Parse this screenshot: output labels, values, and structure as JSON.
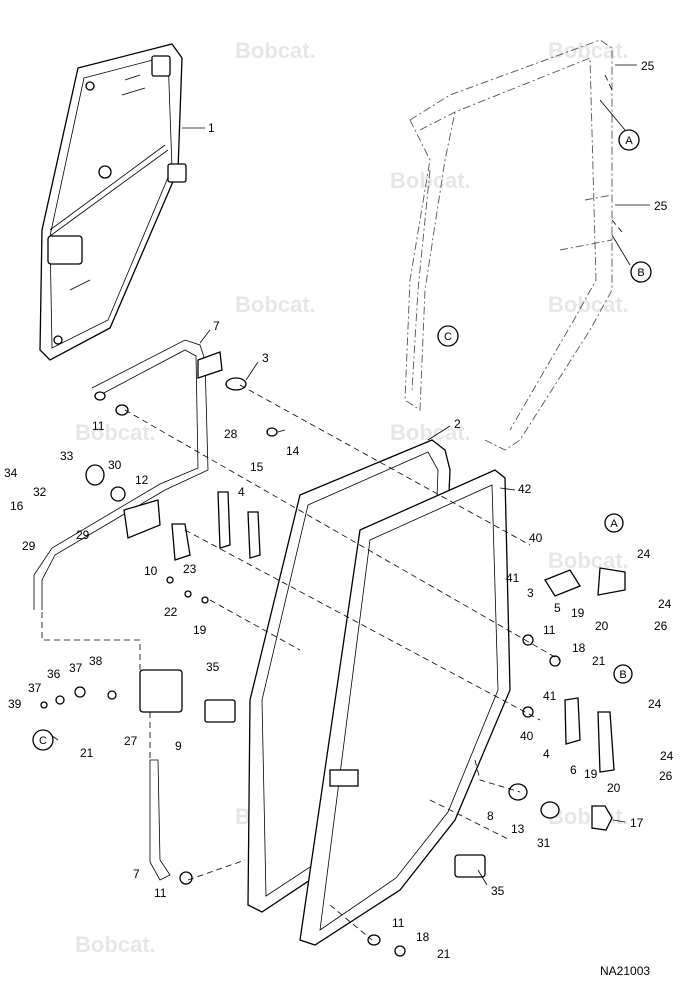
{
  "diagram": {
    "drawing_code": "NA21003",
    "watermark_text": "Bobcat.",
    "callouts": [
      {
        "id": "c1",
        "text": "1"
      },
      {
        "id": "c2",
        "text": "2"
      },
      {
        "id": "c3a",
        "text": "3"
      },
      {
        "id": "c3b",
        "text": "3"
      },
      {
        "id": "c4a",
        "text": "4"
      },
      {
        "id": "c4b",
        "text": "4"
      },
      {
        "id": "c5",
        "text": "5"
      },
      {
        "id": "c6",
        "text": "6"
      },
      {
        "id": "c7a",
        "text": "7"
      },
      {
        "id": "c7b",
        "text": "7"
      },
      {
        "id": "c8",
        "text": "8"
      },
      {
        "id": "c9",
        "text": "9"
      },
      {
        "id": "c10",
        "text": "10"
      },
      {
        "id": "c11a",
        "text": "11"
      },
      {
        "id": "c11b",
        "text": "11"
      },
      {
        "id": "c11c",
        "text": "11"
      },
      {
        "id": "c11d",
        "text": "11"
      },
      {
        "id": "c12",
        "text": "12"
      },
      {
        "id": "c13",
        "text": "13"
      },
      {
        "id": "c14",
        "text": "14"
      },
      {
        "id": "c15",
        "text": "15"
      },
      {
        "id": "c16",
        "text": "16"
      },
      {
        "id": "c17",
        "text": "17"
      },
      {
        "id": "c18a",
        "text": "18"
      },
      {
        "id": "c18b",
        "text": "18"
      },
      {
        "id": "c19a",
        "text": "19"
      },
      {
        "id": "c19b",
        "text": "19"
      },
      {
        "id": "c19c",
        "text": "19"
      },
      {
        "id": "c20a",
        "text": "20"
      },
      {
        "id": "c20b",
        "text": "20"
      },
      {
        "id": "c21a",
        "text": "21"
      },
      {
        "id": "c21b",
        "text": "21"
      },
      {
        "id": "c21c",
        "text": "21"
      },
      {
        "id": "c22",
        "text": "22"
      },
      {
        "id": "c23",
        "text": "23"
      },
      {
        "id": "c24a",
        "text": "24"
      },
      {
        "id": "c24b",
        "text": "24"
      },
      {
        "id": "c24c",
        "text": "24"
      },
      {
        "id": "c24d",
        "text": "24"
      },
      {
        "id": "c25a",
        "text": "25"
      },
      {
        "id": "c25b",
        "text": "25"
      },
      {
        "id": "c26a",
        "text": "26"
      },
      {
        "id": "c26b",
        "text": "26"
      },
      {
        "id": "c27",
        "text": "27"
      },
      {
        "id": "c28",
        "text": "28"
      },
      {
        "id": "c29a",
        "text": "29"
      },
      {
        "id": "c29b",
        "text": "29"
      },
      {
        "id": "c30",
        "text": "30"
      },
      {
        "id": "c31",
        "text": "31"
      },
      {
        "id": "c32",
        "text": "32"
      },
      {
        "id": "c33",
        "text": "33"
      },
      {
        "id": "c34",
        "text": "34"
      },
      {
        "id": "c35a",
        "text": "35"
      },
      {
        "id": "c35b",
        "text": "35"
      },
      {
        "id": "c36",
        "text": "36"
      },
      {
        "id": "c37a",
        "text": "37"
      },
      {
        "id": "c37b",
        "text": "37"
      },
      {
        "id": "c38",
        "text": "38"
      },
      {
        "id": "c39",
        "text": "39"
      },
      {
        "id": "c40a",
        "text": "40"
      },
      {
        "id": "c40b",
        "text": "40"
      },
      {
        "id": "c41a",
        "text": "41"
      },
      {
        "id": "c41b",
        "text": "41"
      },
      {
        "id": "c42",
        "text": "42"
      }
    ],
    "references": [
      {
        "id": "refA1",
        "text": "A"
      },
      {
        "id": "refA2",
        "text": "A"
      },
      {
        "id": "refB1",
        "text": "B"
      },
      {
        "id": "refB2",
        "text": "B"
      },
      {
        "id": "refC1",
        "text": "C"
      },
      {
        "id": "refC2",
        "text": "C"
      }
    ]
  }
}
